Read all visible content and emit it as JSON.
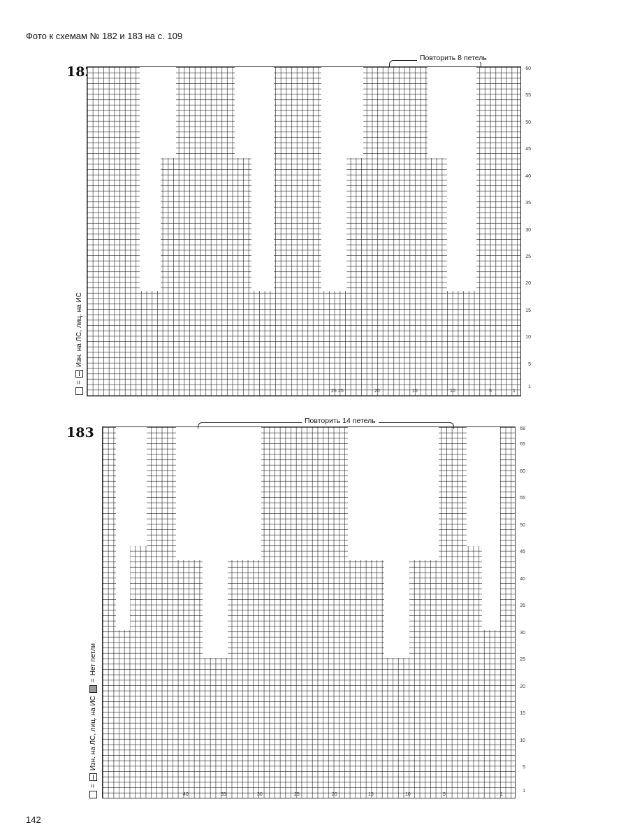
{
  "header": {
    "caption": "Фото к схемам № 182 и 183 на с. 109"
  },
  "charts": [
    {
      "number": "182",
      "repeat_label": "Повторить 8 петель",
      "row_numbers": [
        "60",
        "55",
        "50",
        "45",
        "40",
        "35",
        "30",
        "25",
        "20",
        "15",
        "10",
        "5",
        "1"
      ],
      "col_numbers": [
        "26",
        "25",
        "20",
        "15",
        "10",
        "5",
        "1"
      ],
      "legend": {
        "text": "Изн. на ЛС, лиц. на ИС",
        "eq": "="
      }
    },
    {
      "number": "183",
      "repeat_label": "Повторить 14 петель",
      "row_numbers": [
        "68",
        "65",
        "60",
        "55",
        "50",
        "45",
        "40",
        "35",
        "30",
        "25",
        "20",
        "15",
        "10",
        "5",
        "1"
      ],
      "col_numbers": [
        "40",
        "35",
        "30",
        "25",
        "20",
        "15",
        "10",
        "5",
        "1"
      ],
      "legend": {
        "text": "Изн. на ЛС, лиц. на ИС",
        "eq": "=",
        "gray_text": "Нет петли",
        "gray_eq": "="
      }
    }
  ],
  "page_number": "142"
}
